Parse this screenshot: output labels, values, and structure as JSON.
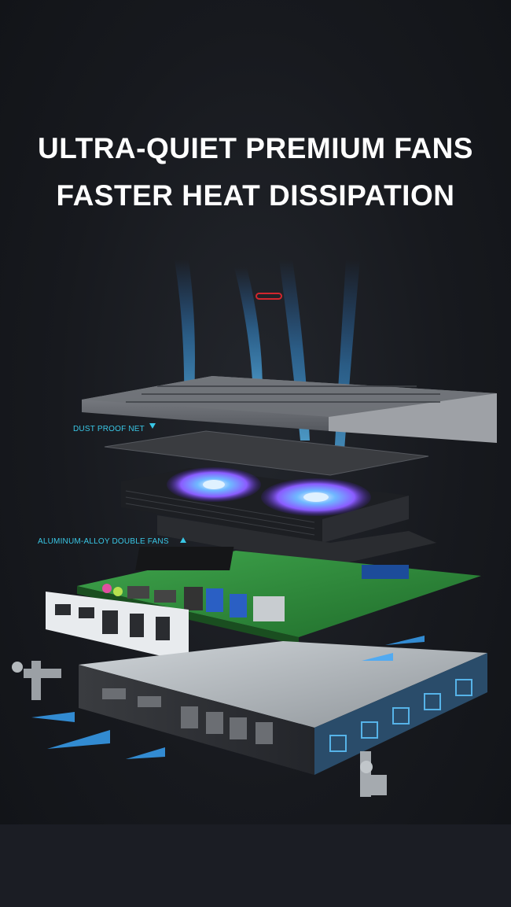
{
  "headline": {
    "line1": "ULTRA-QUIET PREMIUM FANS",
    "line2": "FASTER HEAT DISSIPATION"
  },
  "callouts": {
    "dust_proof_net": "DUST PROOF NET",
    "double_fans": "ALUMINUM-ALLOY DOUBLE FANS"
  },
  "colors": {
    "background": "#17191e",
    "headline": "#ffffff",
    "callout_text": "#39c7e6",
    "airflow": "#3aa8ff",
    "fan_glow": "#8a5cff",
    "pcb_green": "#2f8a3a"
  }
}
